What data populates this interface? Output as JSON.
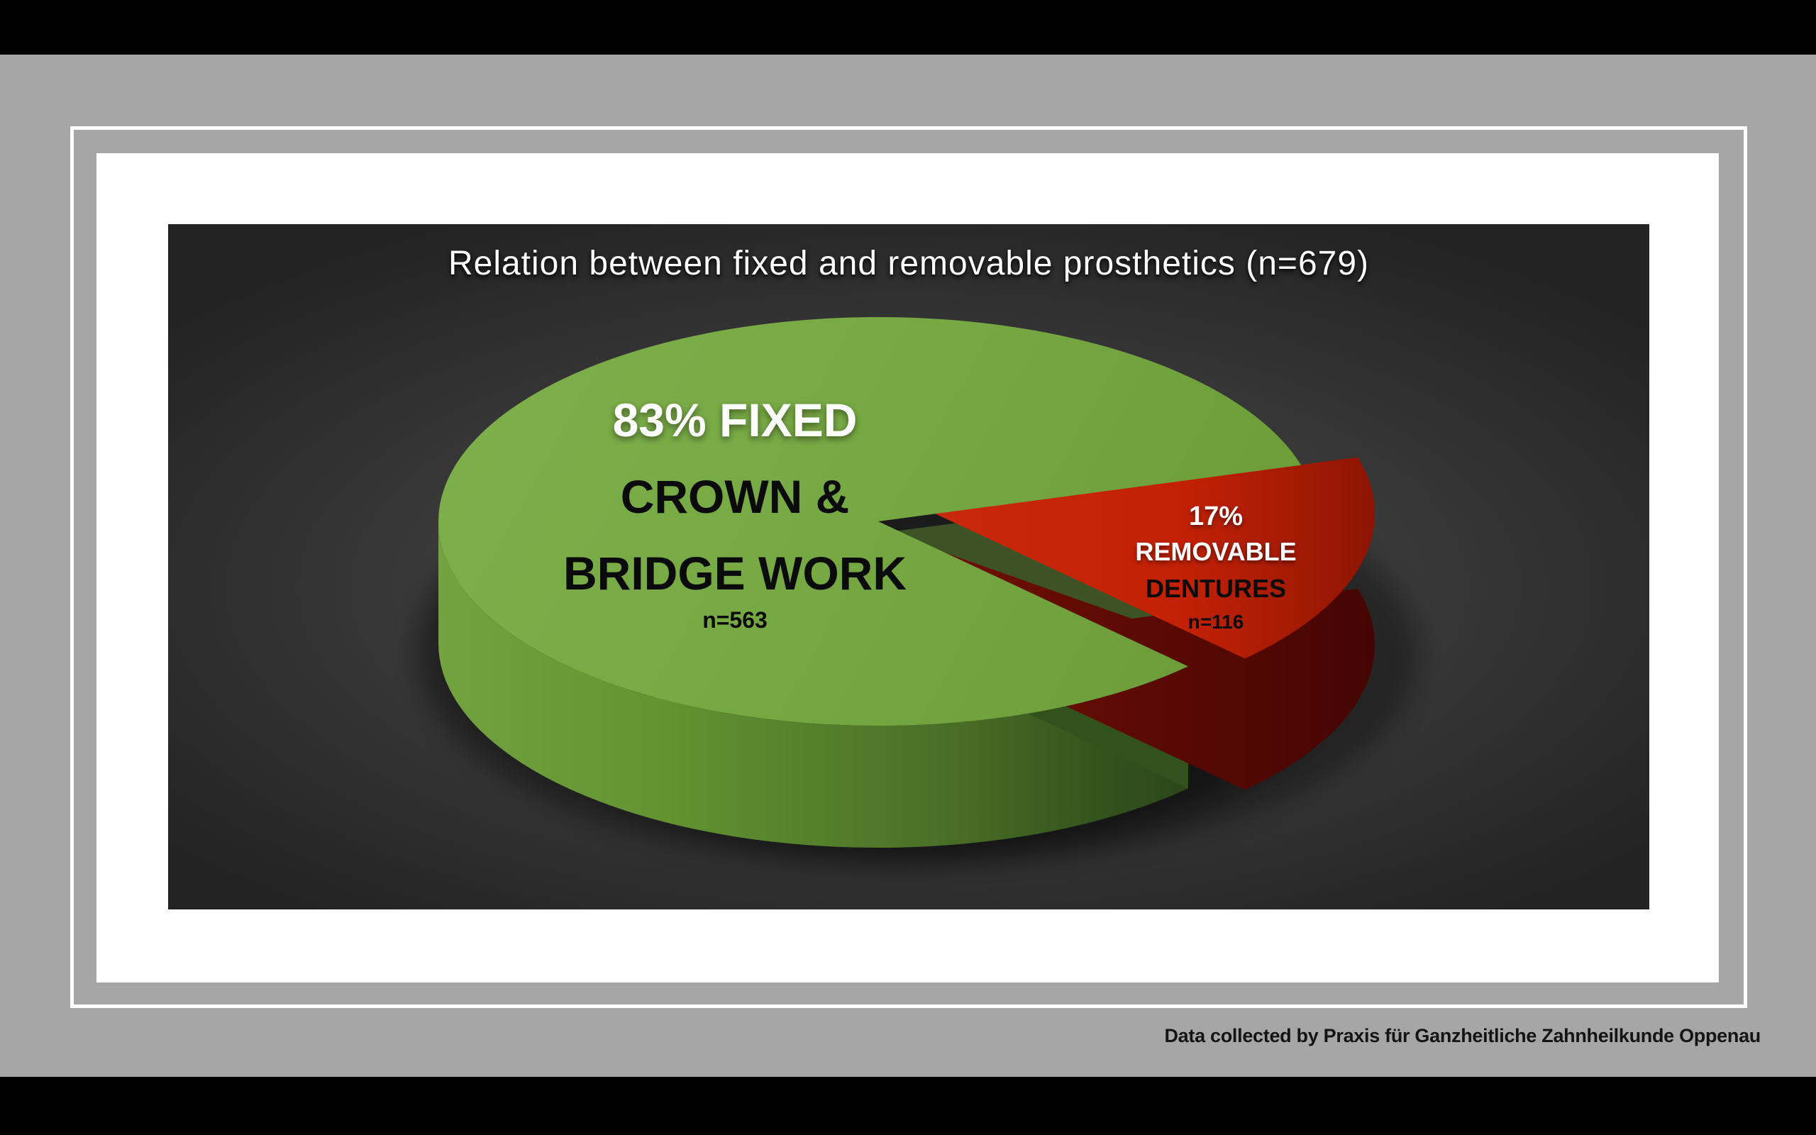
{
  "chart_data": {
    "type": "pie",
    "style": "3d-exploded-pie",
    "title": "Relation between fixed and removable prosthetics (n=679)",
    "total_n": 679,
    "legend_position": "labels-on-slices",
    "slices": [
      {
        "name": "Fixed crown & bridge work",
        "percent": 83,
        "n": 563,
        "color": "#76A843",
        "exploded": false
      },
      {
        "name": "Removable dentures",
        "percent": 17,
        "n": 116,
        "color": "#C32106",
        "exploded": true
      }
    ]
  },
  "pie_labels": {
    "green": {
      "line1": "83% FIXED",
      "line2": "CROWN &",
      "line3": "BRIDGE WORK",
      "count": "n=563"
    },
    "red": {
      "line1": "17%",
      "line2": "REMOVABLE",
      "line3": "DENTURES",
      "count": "n=116"
    }
  },
  "footer": {
    "attribution": "Data collected by Praxis für Ganzheitliche Zahnheilkunde Oppenau"
  },
  "colors": {
    "background_gray": "#A6A6A6",
    "letterbox": "#000000",
    "frame_outline": "#FFFFFF",
    "panel": "#FFFFFF",
    "chart_bg_center": "#4B4B4B",
    "chart_bg_edge": "#232323",
    "green_top": "#76A843",
    "green_top_light": "#7CAE4B",
    "green_side_light": "#73A340",
    "green_side_dark": "#2B451A",
    "green_cut_face": "#44632A",
    "notch_wall": "#3D5326",
    "red_top": "#C32106",
    "red_top_light": "#C8280C",
    "red_terminator": "#8C1402",
    "red_side": "#5C0A04",
    "red_side_dark": "#430502",
    "title_text": "#FFFFFF",
    "label_white": "#FFFFFF",
    "label_black": "#0B0B0B",
    "attribution_text": "#141414"
  }
}
